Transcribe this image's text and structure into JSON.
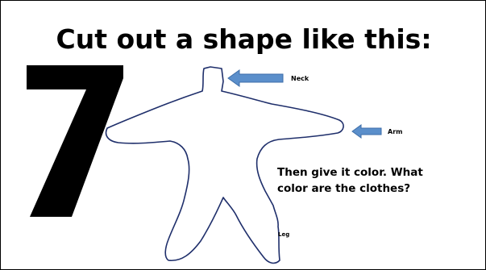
{
  "slide": {
    "title": "Cut out a shape like this:",
    "big_number": "7",
    "caption_line1": "Then give it color. What",
    "caption_line2": "color are the clothes?",
    "labels": {
      "neck": "Neck",
      "arm": "Arm",
      "leg": "Leg"
    },
    "colors": {
      "figure_outline": "#1f2f6b",
      "arrow_fill": "#5b8fcb",
      "arrow_stroke": "#3e6ea8",
      "number_fill": "#000000"
    }
  }
}
